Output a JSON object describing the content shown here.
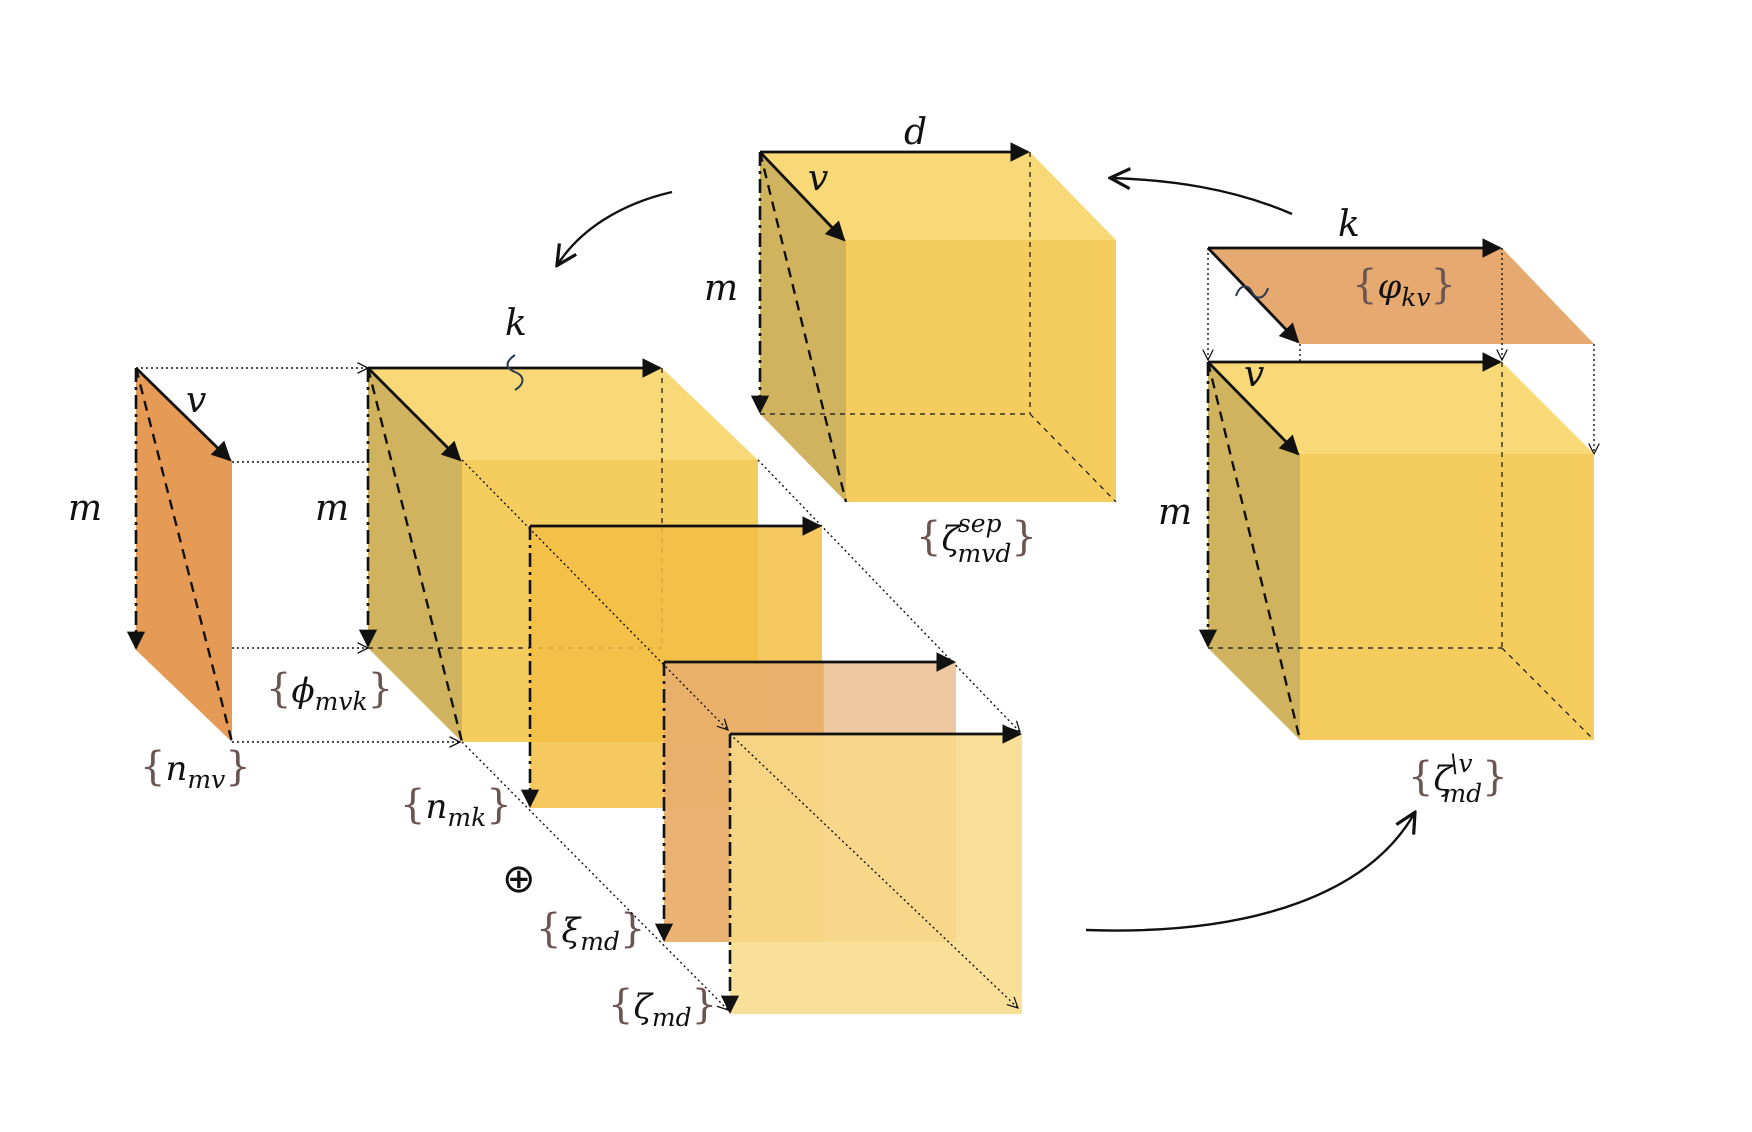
{
  "colors": {
    "cube_face": "#f5cd5f",
    "cube_top": "#f8d877",
    "cube_side": "#d0b35e",
    "slab_orange": "#e59a55",
    "slab_orange_light": "#e9a877",
    "xi_slab": "#ebbf92",
    "zeta_slab": "#f8da87",
    "brace": "#6b5552",
    "ink": "#111111"
  },
  "axes": {
    "m": "m",
    "v": "v",
    "k": "k",
    "d": "d"
  },
  "labels": {
    "n_mv": {
      "base": "n",
      "sub": "mv"
    },
    "phi_mvk": {
      "base": "ϕ",
      "sub": "mvk"
    },
    "n_mk": {
      "base": "n",
      "sub": "mk"
    },
    "xi_md": {
      "base": "ξ",
      "sub": "md"
    },
    "zeta_md": {
      "base": "ζ",
      "sub": "md"
    },
    "zeta_sep": {
      "base": "ζ",
      "sup": "sep",
      "sub": "mvd"
    },
    "varphi_kv": {
      "base": "φ",
      "sub": "kv"
    },
    "zeta_excl": {
      "base": "ζ",
      "sup": "\\v",
      "sub": "md"
    }
  },
  "operator": "⊕",
  "tilde": "~"
}
